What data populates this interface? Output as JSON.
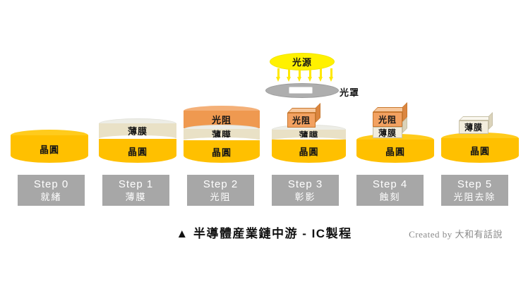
{
  "title": "▲ 半導體産業鏈中游 - IC製程",
  "credit": "Created by 大和有話說",
  "exposure": {
    "light_source_label": "光源",
    "mask_label": "光罩"
  },
  "layer_labels": {
    "wafer": "晶圓",
    "film": "薄膜",
    "resist": "光阻"
  },
  "steps": [
    {
      "step": "Step 0",
      "label": "就緒"
    },
    {
      "step": "Step 1",
      "label": "薄膜"
    },
    {
      "step": "Step 2",
      "label": "光阻"
    },
    {
      "step": "Step 3",
      "label": "彰影"
    },
    {
      "step": "Step 4",
      "label": "蝕刻"
    },
    {
      "step": "Step 5",
      "label": "光阻去除"
    }
  ],
  "colors": {
    "wafer": "#FFC000",
    "wafer_top": "#FFCB1C",
    "film": "#E9E1C6",
    "resist": "#EF9950",
    "step_box": "#A7A7A7",
    "light_source": "#FFF100",
    "mask": "#AEAEAE"
  }
}
